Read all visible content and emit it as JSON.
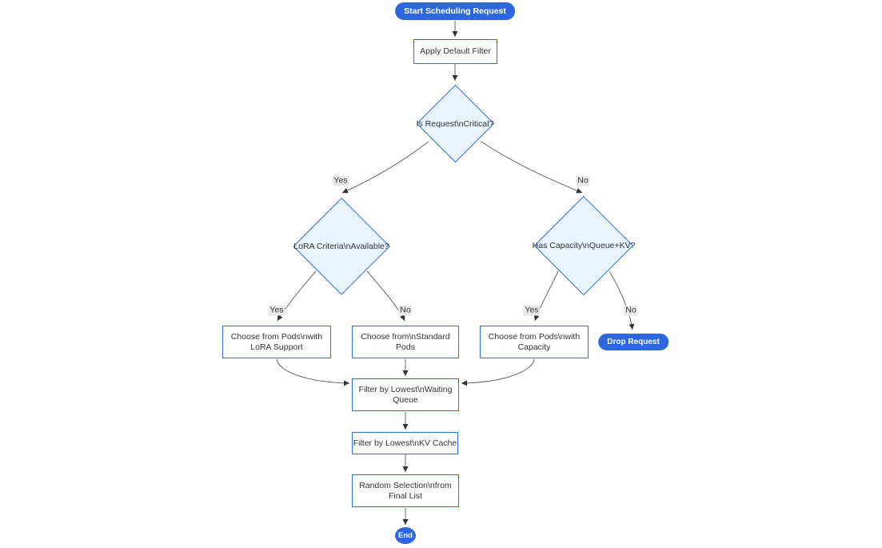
{
  "diagram": {
    "type": "flowchart",
    "nodes": {
      "start": {
        "label": "Start Scheduling Request",
        "shape": "pill"
      },
      "apply_filter": {
        "label": "Apply Default Filter",
        "shape": "rect"
      },
      "is_critical": {
        "label": "Is Request\\nCritical?",
        "shape": "diamond"
      },
      "lora_available": {
        "label": "LoRA Criteria\\nAvailable?",
        "shape": "diamond"
      },
      "has_capacity": {
        "label": "Has Capacity\\nQueue+KV?",
        "shape": "diamond"
      },
      "choose_lora": {
        "label": "Choose from Pods\\nwith LoRA Support",
        "shape": "rect",
        "lines": [
          "Choose from Pods\\nwith",
          "LoRA Support"
        ]
      },
      "choose_standard": {
        "label": "Choose from\\nStandard Pods",
        "shape": "rect",
        "lines": [
          "Choose from\\nStandard",
          "Pods"
        ]
      },
      "choose_capacity": {
        "label": "Choose from Pods\\nwith Capacity",
        "shape": "rect",
        "lines": [
          "Choose from Pods\\nwith",
          "Capacity"
        ]
      },
      "drop_request": {
        "label": "Drop Request",
        "shape": "pill"
      },
      "filter_waiting": {
        "label": "Filter by Lowest\\nWaiting Queue",
        "shape": "rect",
        "lines": [
          "Filter by Lowest\\nWaiting",
          "Queue"
        ]
      },
      "filter_kv": {
        "label": "Filter by Lowest\\nKV Cache",
        "shape": "rect"
      },
      "random_selection": {
        "label": "Random Selection\\nfrom Final List",
        "shape": "rect",
        "lines": [
          "Random Selection\\nfrom",
          "Final List"
        ]
      },
      "end": {
        "label": "End",
        "shape": "circle"
      }
    },
    "edge_labels": {
      "critical_yes": "Yes",
      "critical_no": "No",
      "lora_yes": "Yes",
      "lora_no": "No",
      "capacity_yes": "Yes",
      "capacity_no": "No"
    }
  },
  "colors": {
    "accent": "#2f6ce0",
    "node_fill": "#ffffff",
    "decision_fill": "#e9f3fc",
    "pill_fill": "#2c67df",
    "pill_text": "#ffffff",
    "edge": "#666666",
    "arrow": "#333333",
    "text": "#333333",
    "label_bg": "#e8e8e8",
    "canvas": "#ffffff"
  }
}
